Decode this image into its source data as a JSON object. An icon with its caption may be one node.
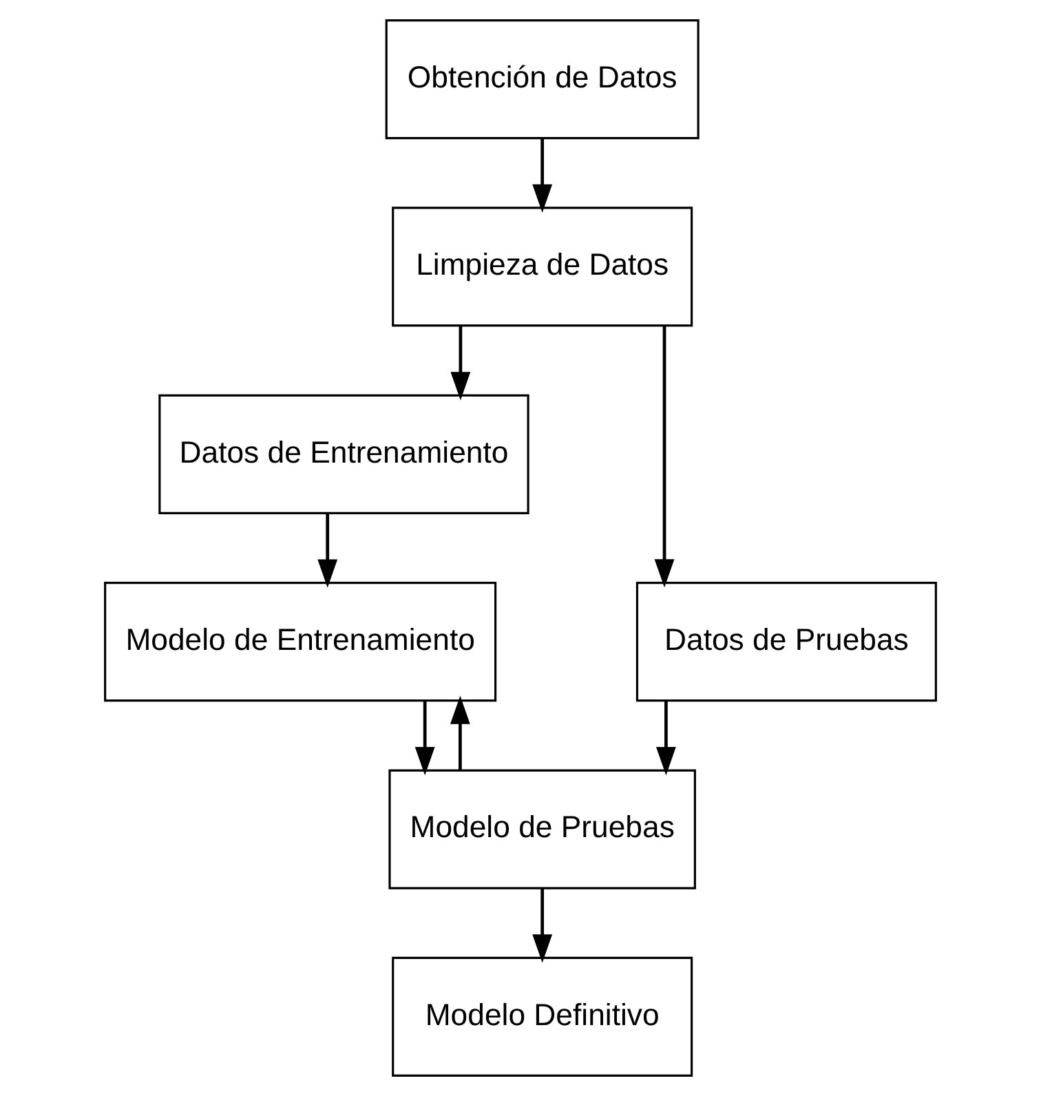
{
  "diagram": {
    "nodes": [
      {
        "text": [
          "Obtención de Datos"
        ]
      },
      {
        "text": [
          "Limpieza de Datos"
        ]
      },
      {
        "text": [
          "Datos de Entrenamiento"
        ]
      },
      {
        "text": [
          "Datos de Pruebas"
        ]
      },
      {
        "text": [
          "Modelo de Entrenamiento"
        ]
      },
      {
        "text": [
          "Modelo de Pruebas"
        ]
      },
      {
        "text": [
          "Modelo Definitivo"
        ]
      }
    ],
    "edges": [
      {
        "from": 0,
        "to": 1,
        "arrow": "to"
      },
      {
        "from": 1,
        "to": 2,
        "arrow": "to"
      },
      {
        "from": 1,
        "to": 3,
        "arrow": "to"
      },
      {
        "from": 2,
        "to": 4,
        "arrow": "to"
      },
      {
        "from": 4,
        "to": 5,
        "arrow": "to"
      },
      {
        "from": 5,
        "to": 4,
        "arrow": "to"
      },
      {
        "from": 3,
        "to": 5,
        "arrow": "to"
      },
      {
        "from": 5,
        "to": 6,
        "arrow": "to"
      }
    ]
  }
}
